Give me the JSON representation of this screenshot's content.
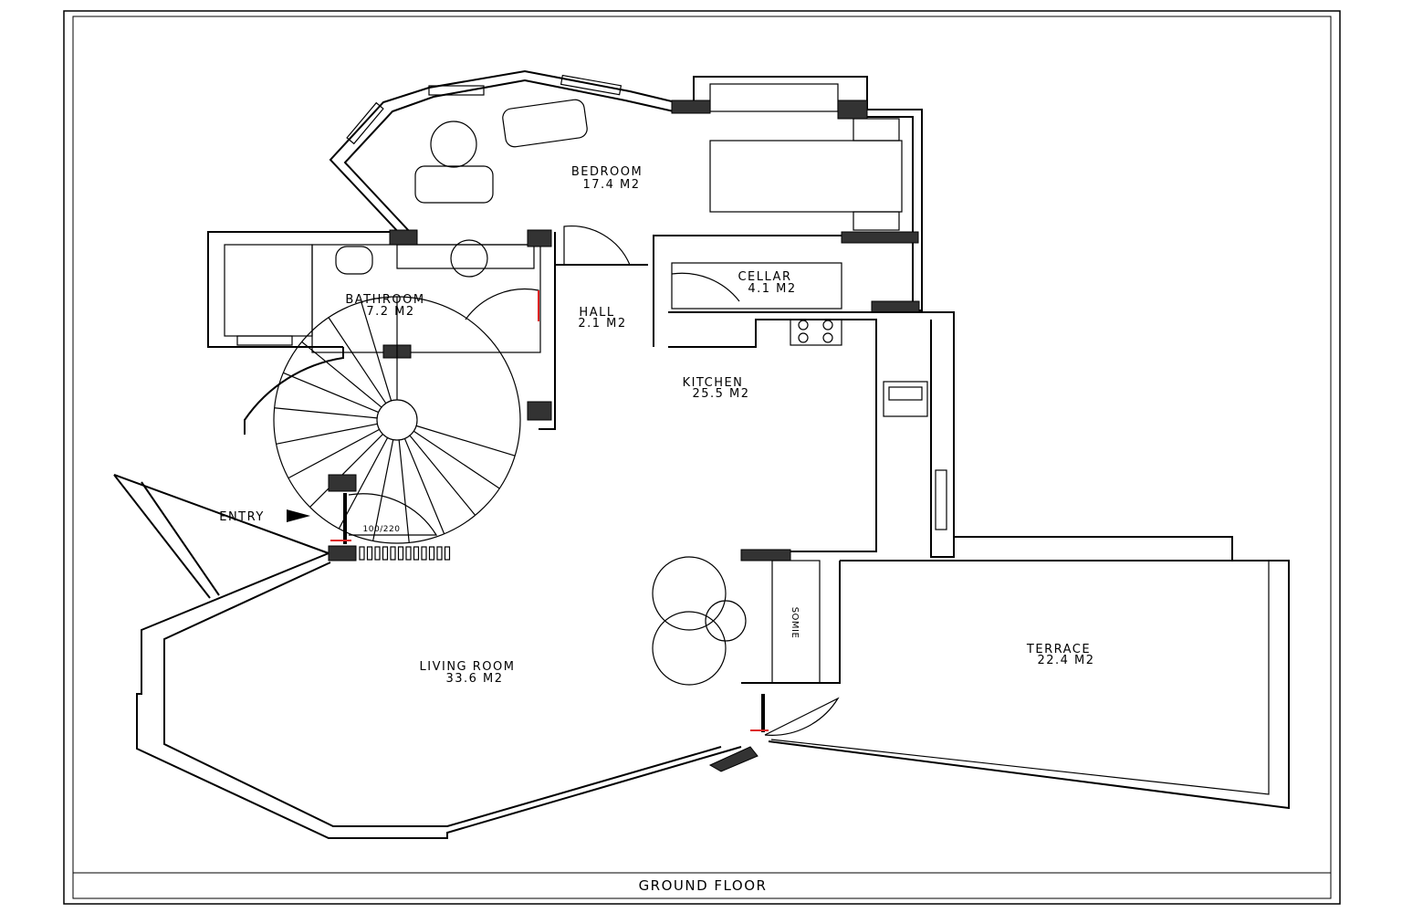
{
  "title": "GROUND FLOOR",
  "rooms": [
    {
      "name": "BEDROOM",
      "area": "17.4 M2"
    },
    {
      "name": "BATHROOM",
      "area": "7.2 M2"
    },
    {
      "name": "HALL",
      "area": "2.1 M2"
    },
    {
      "name": "CELLAR",
      "area": "4.1 M2"
    },
    {
      "name": "KITCHEN",
      "area": "25.5 M2"
    },
    {
      "name": "LIVING ROOM",
      "area": "33.6 M2"
    },
    {
      "name": "TERRACE",
      "area": "22.4 M2"
    }
  ],
  "entry_label": "ENTRY",
  "door_size": "100/220",
  "furniture_label": "SOMIE"
}
